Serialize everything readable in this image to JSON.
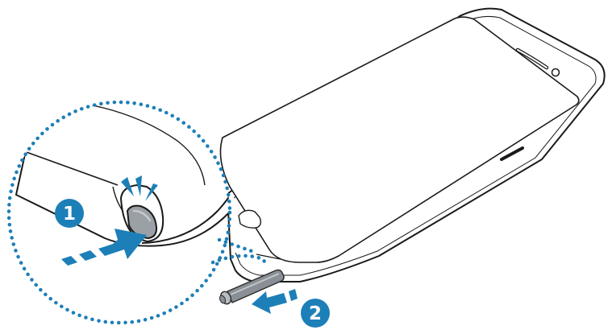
{
  "steps": [
    {
      "number": "1",
      "action": "push-pen-end"
    },
    {
      "number": "2",
      "action": "pull-out-s-pen"
    }
  ],
  "colors": {
    "accent": "#1d7fb8",
    "outline": "#1a1a1a",
    "pen_gray": "#8a8f95",
    "button_gray": "#9aa0a6",
    "background": "#ffffff"
  },
  "icons": [
    "push-arrow-icon",
    "pull-arrow-icon",
    "magnifier-circle"
  ]
}
